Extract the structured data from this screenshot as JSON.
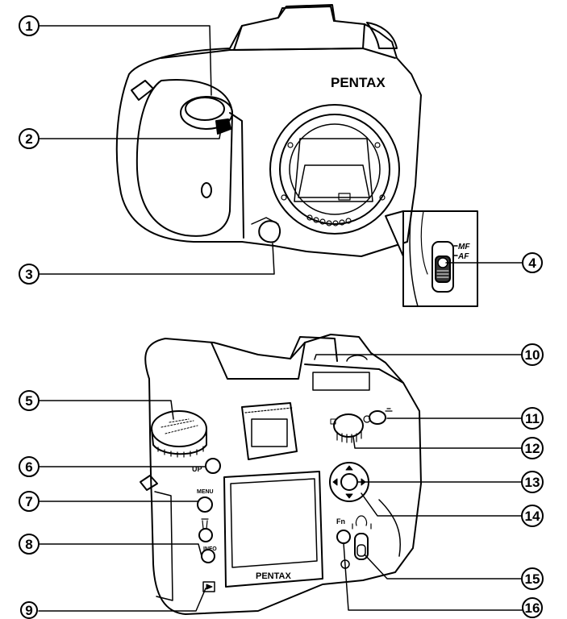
{
  "brand": "PENTAX",
  "callouts": [
    "1",
    "2",
    "3",
    "4",
    "5",
    "6",
    "7",
    "8",
    "9",
    "10",
    "11",
    "12",
    "13",
    "14",
    "15",
    "16"
  ],
  "switch_labels": {
    "mf": "MF",
    "af": "AF"
  },
  "button_labels": {
    "flash_up": "UP",
    "menu": "MENU",
    "info": "INFO",
    "fn": "Fn"
  }
}
